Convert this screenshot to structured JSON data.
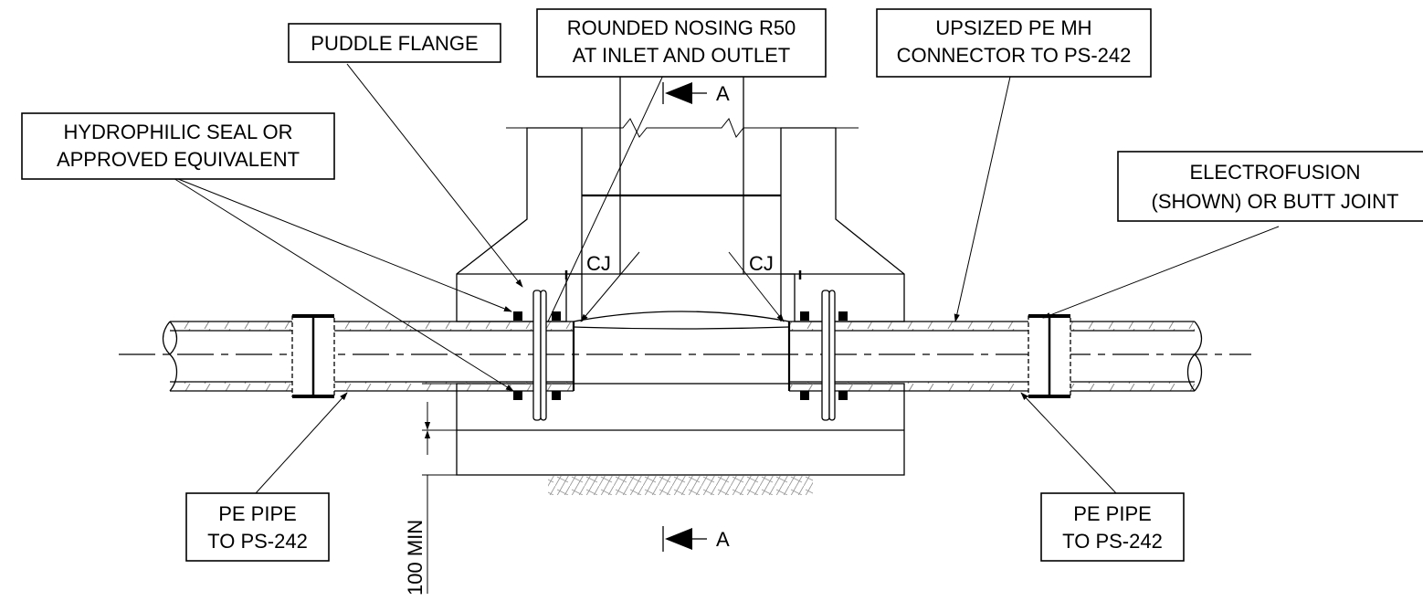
{
  "labels": {
    "puddle_flange": "PUDDLE FLANGE",
    "nosing": [
      "ROUNDED NOSING R50",
      "AT INLET AND OUTLET"
    ],
    "pe_mh_connector": [
      "UPSIZED PE MH",
      "CONNECTOR TO PS-242"
    ],
    "hydrophilic_seal": [
      "HYDROPHILIC SEAL OR",
      "APPROVED EQUIVALENT"
    ],
    "electrofusion": [
      "ELECTROFUSION",
      "(SHOWN) OR BUTT JOINT"
    ],
    "pe_pipe_left": [
      "PE PIPE",
      "TO PS-242"
    ],
    "pe_pipe_right": [
      "PE PIPE",
      "TO PS-242"
    ],
    "construction_joint": "CJ",
    "section_marker": "A",
    "dimension": "100 MIN"
  }
}
